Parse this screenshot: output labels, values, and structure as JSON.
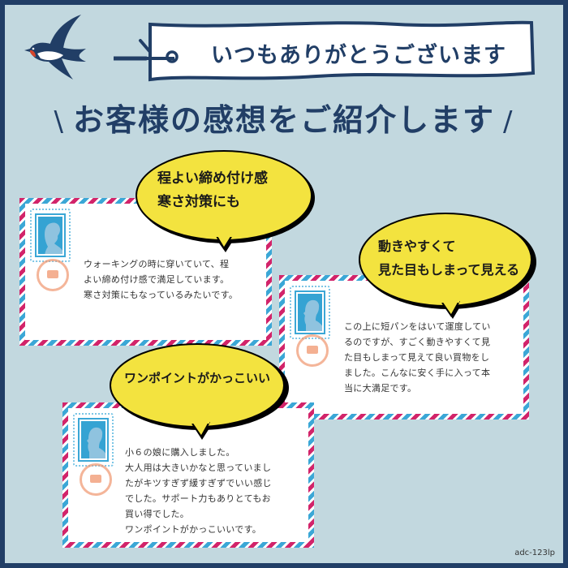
{
  "header": {
    "banner_text": "いつもありがとうございます",
    "headline": "お客様の感想をご紹介します",
    "headline_left_mark": "\\",
    "headline_right_mark": "/",
    "icons": [
      "swallow-bird-icon",
      "banner-ribbon"
    ]
  },
  "colors": {
    "navy": "#213e66",
    "background": "#c2d8df",
    "bubble_yellow": "#f3e33f",
    "stripe_red": "#d2246a",
    "stripe_blue": "#3ba7d6",
    "stamp_blue": "#35a3d3",
    "seal_orange": "#f0966e"
  },
  "reviews": [
    {
      "headline": "程よい締め付け感\n寒さ対策にも",
      "body": "ウォーキングの時に穿いていて、程\nよい締め付け感で満足しています。\n寒さ対策にもなっているみたいです。",
      "stamp_icon": "woman-silhouette-stamp-icon",
      "seal_icon": "recommend-seal-icon"
    },
    {
      "headline": "動きやすくて\n見た目もしまって見える",
      "body": "この上に短パンをはいて運度してい\nるのですが、すごく動きやすくて見\nた目もしまって見えて良い買物をし\nました。こんなに安く手に入って本\n当に大満足です。",
      "stamp_icon": "man-silhouette-stamp-icon",
      "seal_icon": "recommend-seal-icon"
    },
    {
      "headline": "ワンポイントがかっこいい",
      "body": "小６の娘に購入しました。\n大人用は大きいかなと思っていまし\nたがキツすぎず緩すぎずでいい感じ\nでした。サポート力もありとてもお\n買い得でした。\nワンポイントがかっこいいです。",
      "stamp_icon": "man-silhouette-stamp-icon",
      "seal_icon": "recommend-seal-icon"
    }
  ],
  "footer": {
    "code": "adc-123lp"
  }
}
